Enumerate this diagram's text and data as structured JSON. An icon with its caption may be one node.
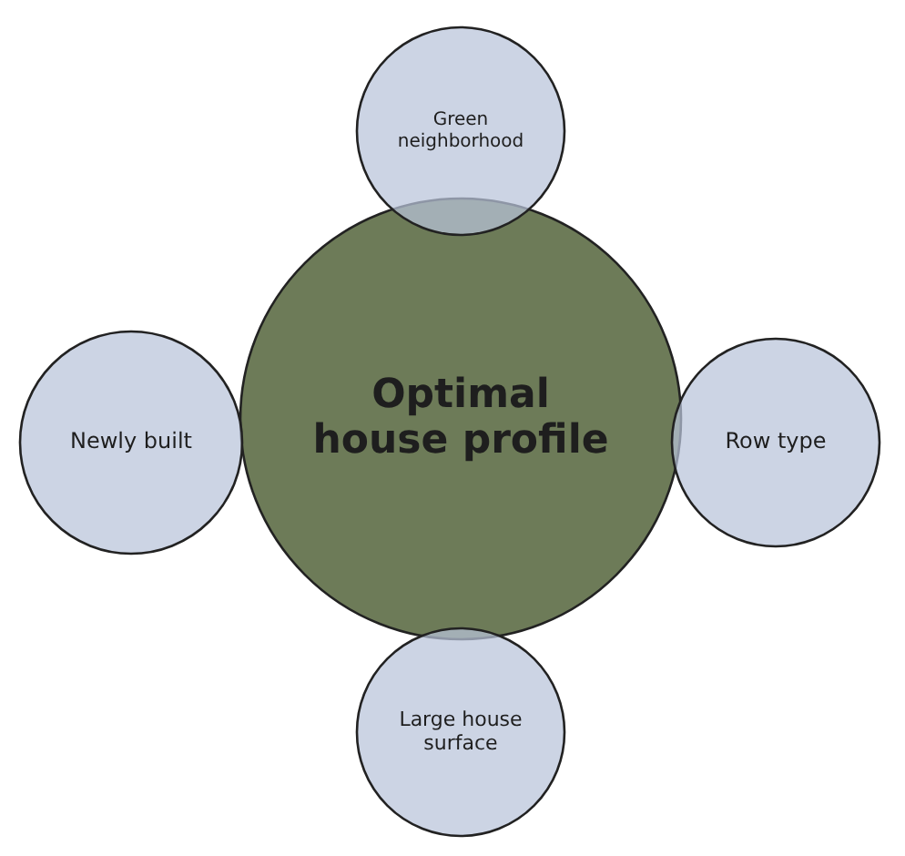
{
  "diagram": {
    "nodes": [
      {
        "text": [
          "Optimal house profile"
        ]
      },
      {
        "text": [
          "Green neighborhood"
        ]
      },
      {
        "text": [
          "Newly built"
        ]
      },
      {
        "text": [
          "Row type"
        ]
      },
      {
        "text": [
          "Large house surface"
        ]
      }
    ],
    "edges": []
  }
}
